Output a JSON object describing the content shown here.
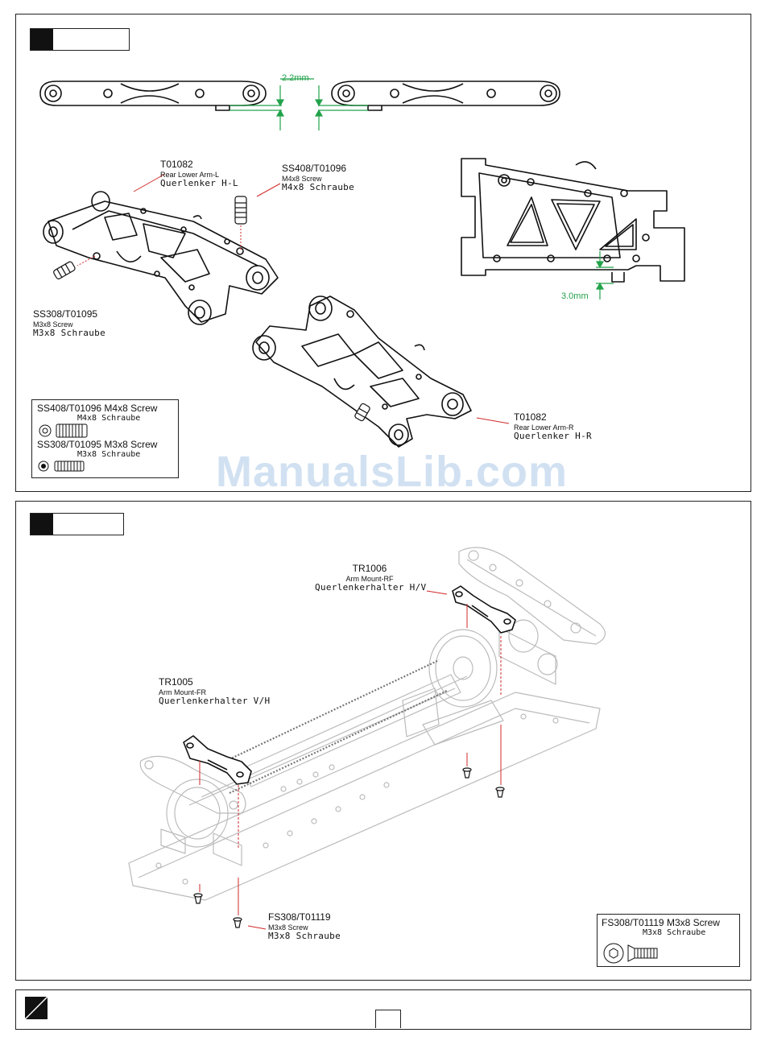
{
  "step_top": {
    "dims": {
      "top_gap": "2.2mm",
      "side_gap": "3.0mm"
    },
    "parts": [
      {
        "pn": "T01082",
        "en": "Rear Lower Arm-L",
        "de": "Querlenker H-L"
      },
      {
        "pn": "SS408/T01096",
        "en": "M4x8 Screw",
        "de": "M4x8 Schraube"
      },
      {
        "pn": "SS308/T01095",
        "en": "M3x8 Screw",
        "de": "M3x8 Schraube"
      },
      {
        "pn": "T01082",
        "en": "Rear Lower Arm-R",
        "de": "Querlenker H-R"
      }
    ],
    "legend": [
      {
        "title": "SS408/T01096 M4x8 Screw",
        "de": "M4x8 Schraube"
      },
      {
        "title": "SS308/T01095 M3x8 Screw",
        "de": "M3x8 Schraube"
      }
    ]
  },
  "step_bottom": {
    "parts": [
      {
        "pn": "TR1006",
        "en": "Arm Mount-RF",
        "de": "Querlenkerhalter H/V"
      },
      {
        "pn": "TR1005",
        "en": "Arm Mount-FR",
        "de": "Querlenkerhalter V/H"
      },
      {
        "pn": "FS308/T01119",
        "en": "M3x8 Screw",
        "de": "M3x8 Schraube"
      }
    ],
    "legend": [
      {
        "title": "FS308/T01119 M3x8 Screw",
        "de": "M3x8 Schraube"
      }
    ]
  },
  "watermark": "ManualsLib.com",
  "colors": {
    "dimension": "#22a24a",
    "leader": "#d22a2a",
    "watermark": "#c9dcf0"
  }
}
